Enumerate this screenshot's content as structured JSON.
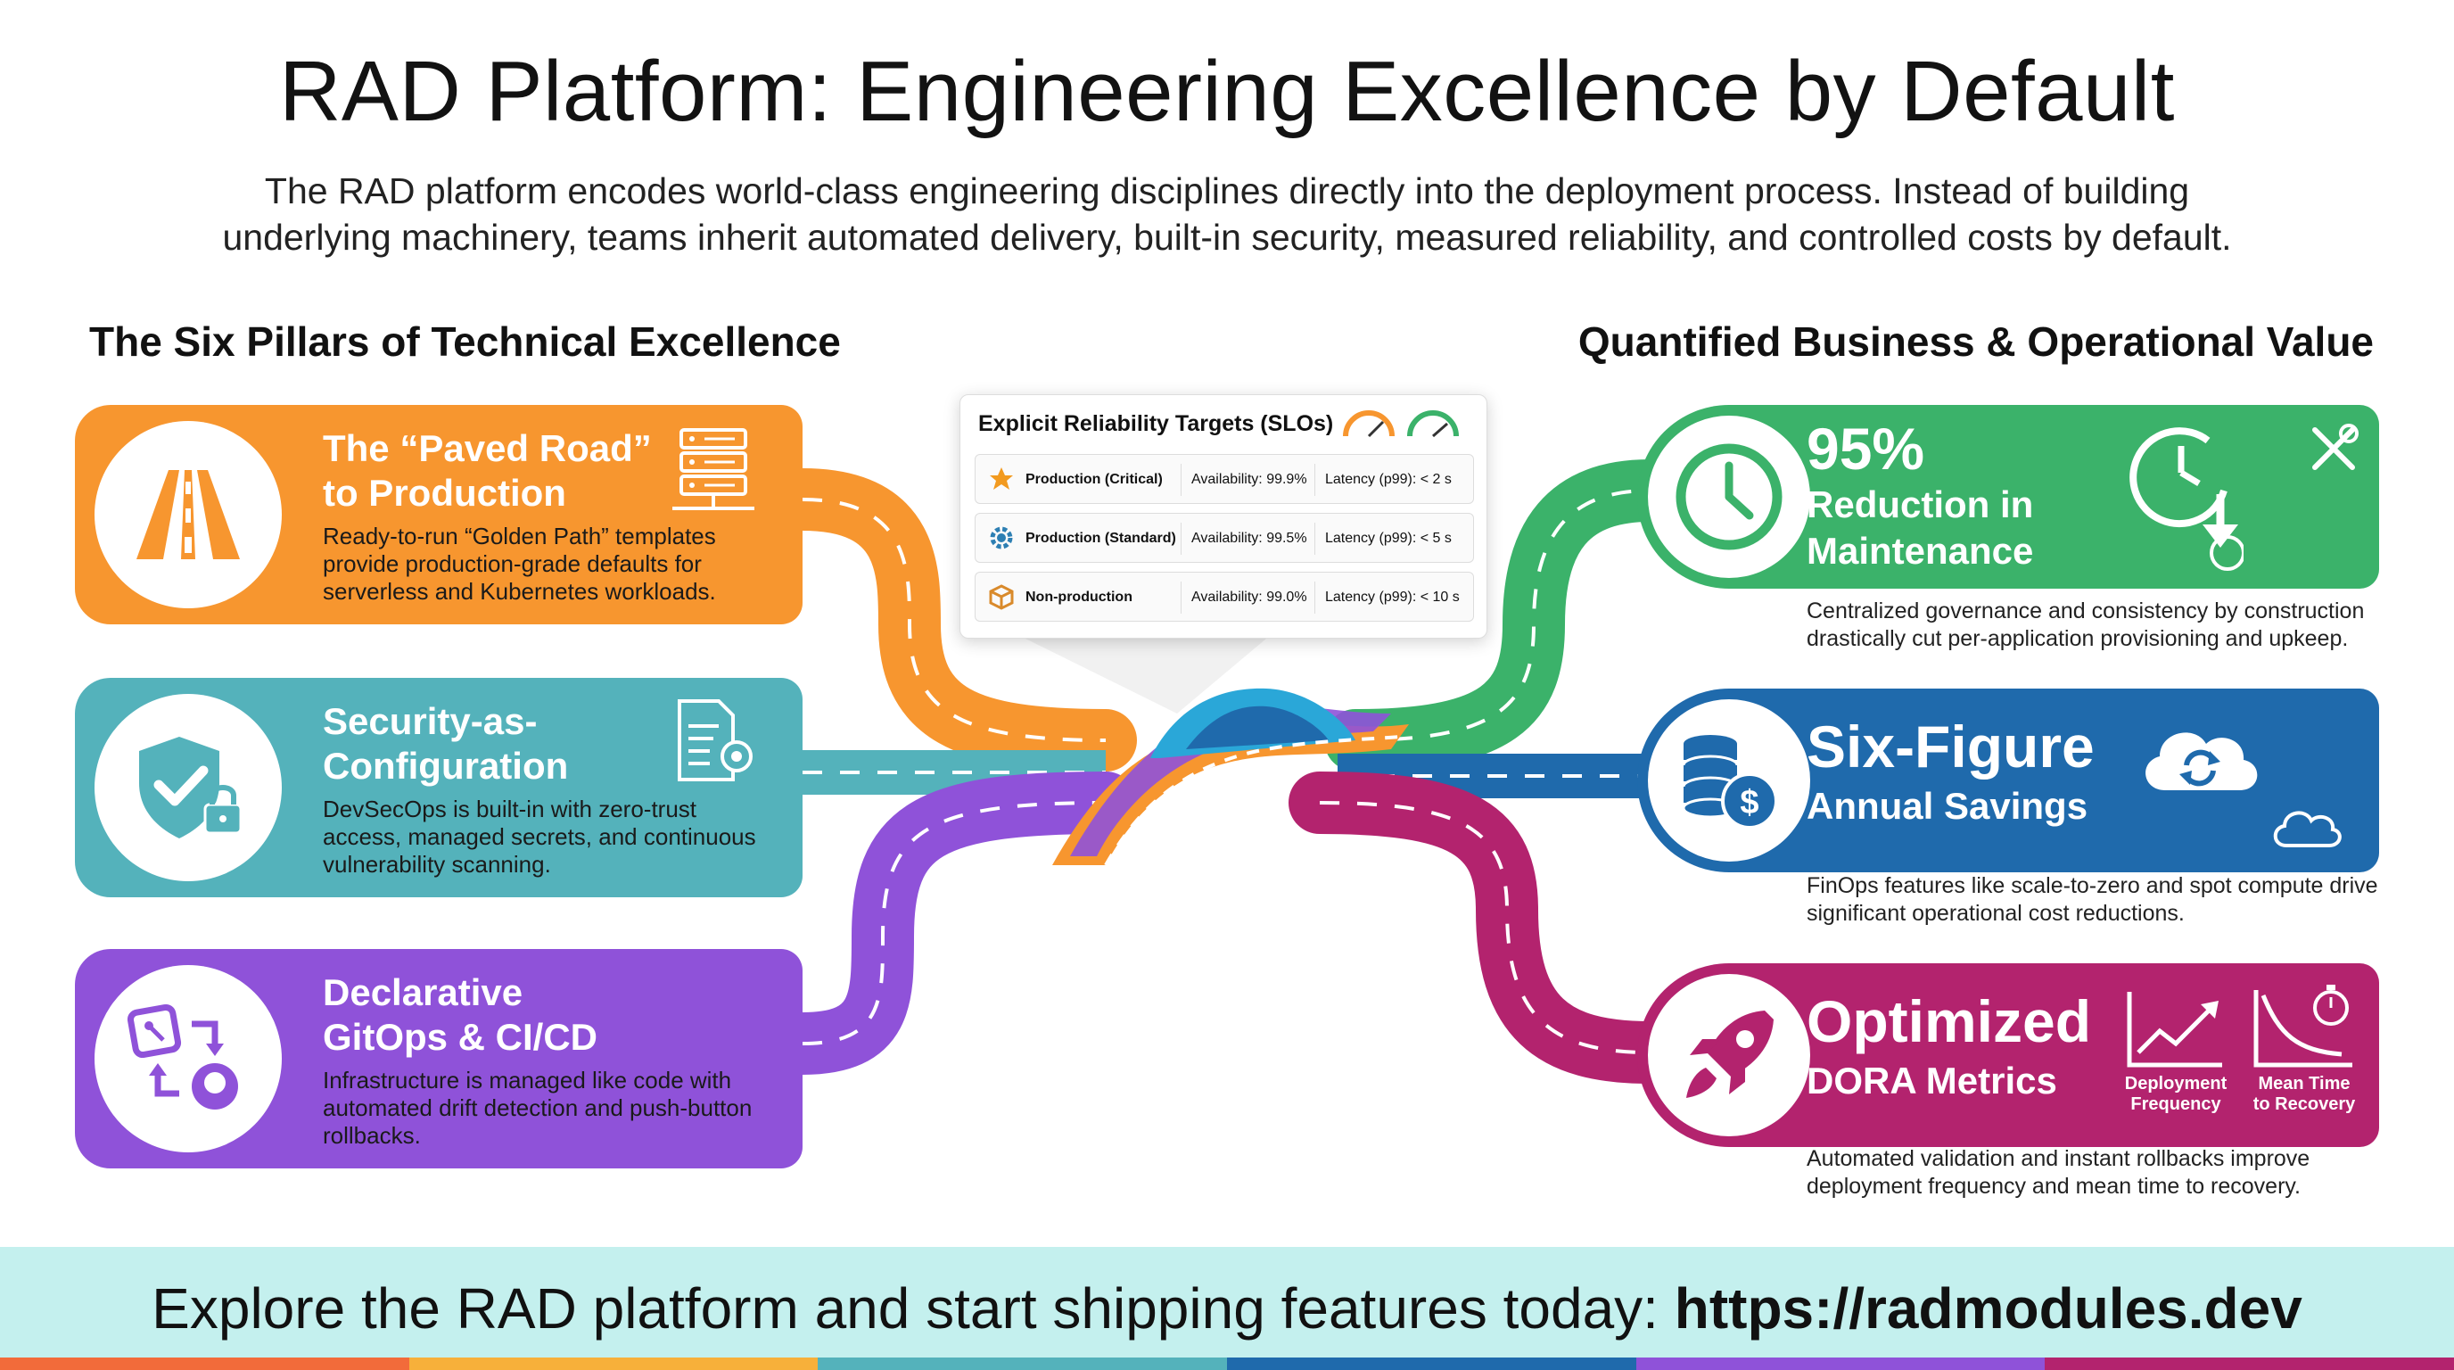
{
  "header": {
    "title": "RAD Platform: Engineering Excellence by Default",
    "subtitle_line1": "The RAD platform encodes world-class engineering disciplines directly into the deployment process. Instead of building",
    "subtitle_line2": "underlying machinery, teams inherit automated delivery, built-in security, measured reliability, and controlled costs by default."
  },
  "left": {
    "heading": "The Six Pillars of Technical Excellence",
    "pillars": [
      {
        "title1": "The “Paved Road”",
        "title2": "to Production",
        "desc": "Ready-to-run “Golden Path” templates provide production-grade defaults for serverless and Kubernetes workloads.",
        "icon": "road-icon",
        "color": "#f7962f"
      },
      {
        "title1": "Security-as-",
        "title2": "Configuration",
        "desc": "DevSecOps is built-in with zero-trust access, managed secrets, and continuous vulnerability scanning.",
        "icon": "shield-check-icon",
        "color": "#54b2bb"
      },
      {
        "title1": "Declarative",
        "title2": "GitOps & CI/CD",
        "desc": "Infrastructure is managed like code with automated drift detection and push-button rollbacks.",
        "icon": "git-branch-icon",
        "color": "#8f52d9"
      }
    ]
  },
  "slo": {
    "title": "Explicit Reliability Targets (SLOs)",
    "rows": [
      {
        "tier": "Production (Critical)",
        "availability": "Availability: 99.9%",
        "latency": "Latency (p99): < 2 s",
        "icon": "star-icon"
      },
      {
        "tier": "Production (Standard)",
        "availability": "Availability: 99.5%",
        "latency": "Latency (p99): < 5 s",
        "icon": "gear-icon"
      },
      {
        "tier": "Non-production",
        "availability": "Availability: 99.0%",
        "latency": "Latency (p99): < 10 s",
        "icon": "box-icon"
      }
    ]
  },
  "right": {
    "heading": "Quantified Business & Operational Value",
    "values": [
      {
        "big": "95%",
        "sub1": "Reduction in",
        "sub2": "Maintenance",
        "desc": "Centralized governance and consistency by construction drastically cut per-application provisioning and upkeep.",
        "icon": "clock-icon",
        "color": "#3bb26a"
      },
      {
        "big": "Six-Figure",
        "sub1": "Annual Savings",
        "desc": "FinOps features like scale-to-zero and spot compute drive significant operational cost reductions.",
        "icon": "coins-icon",
        "color": "#1f6aac"
      },
      {
        "big": "Optimized",
        "sub1": "DORA Metrics",
        "desc": "Automated validation and instant rollbacks improve deployment frequency and mean time to recovery.",
        "icon": "rocket-icon",
        "color": "#b3236e",
        "metric1_line1": "Deployment",
        "metric1_line2": "Frequency",
        "metric2_line1": "Mean Time",
        "metric2_line2": "to Recovery"
      }
    ]
  },
  "footer": {
    "cta_text": "Explore the RAD platform and start shipping features today: ",
    "cta_link": "https://radmodules.dev"
  }
}
